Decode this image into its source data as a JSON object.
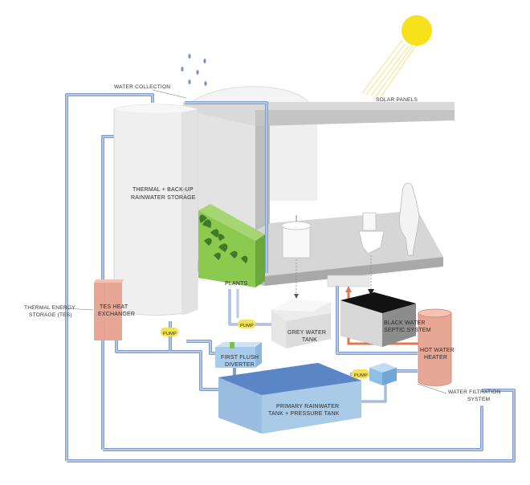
{
  "labels": {
    "water_collection": "WATER COLLECTION",
    "solar_panels": "SOLAR PANELS",
    "thermal_storage_line1": "THERMAL + BACK-UP",
    "thermal_storage_line2": "RAINWATER STORAGE",
    "plants": "PLANTS",
    "tes_exchanger_line1": "TES HEAT",
    "tes_exchanger_line2": "EXCHANGER",
    "tes_line1": "THERMAL ENERGY",
    "tes_line2": "STORAGE (TES)",
    "pump": "PUMP",
    "grey_water_line1": "GREY WATER",
    "grey_water_line2": "TANK",
    "black_water_line1": "BLACK WATER",
    "black_water_line2": "SEPTIC SYSTEM",
    "hot_water_line1": "HOT WATER",
    "hot_water_line2": "HEATER",
    "first_flush_line1": "FIRST FLUSH",
    "first_flush_line2": "DIVERTER",
    "primary_tank_line1": "PRIMARY RAINWATER",
    "primary_tank_line2": "TANK + PRESSURE TANK",
    "filtration_line1": "WATER FILTRATION",
    "filtration_line2": "SYSTEM"
  },
  "colors": {
    "pipe_blue": "#7f9ecf",
    "pipe_blue_light": "#b9cbe6",
    "hot_pipe": "#e0784f",
    "sun": "#f6e11a",
    "plant_green": "#7ec242",
    "primary_tank": "#5b86c5",
    "hot_water_heater": "#e8a795",
    "pump_yellow": "#f2e25a"
  }
}
